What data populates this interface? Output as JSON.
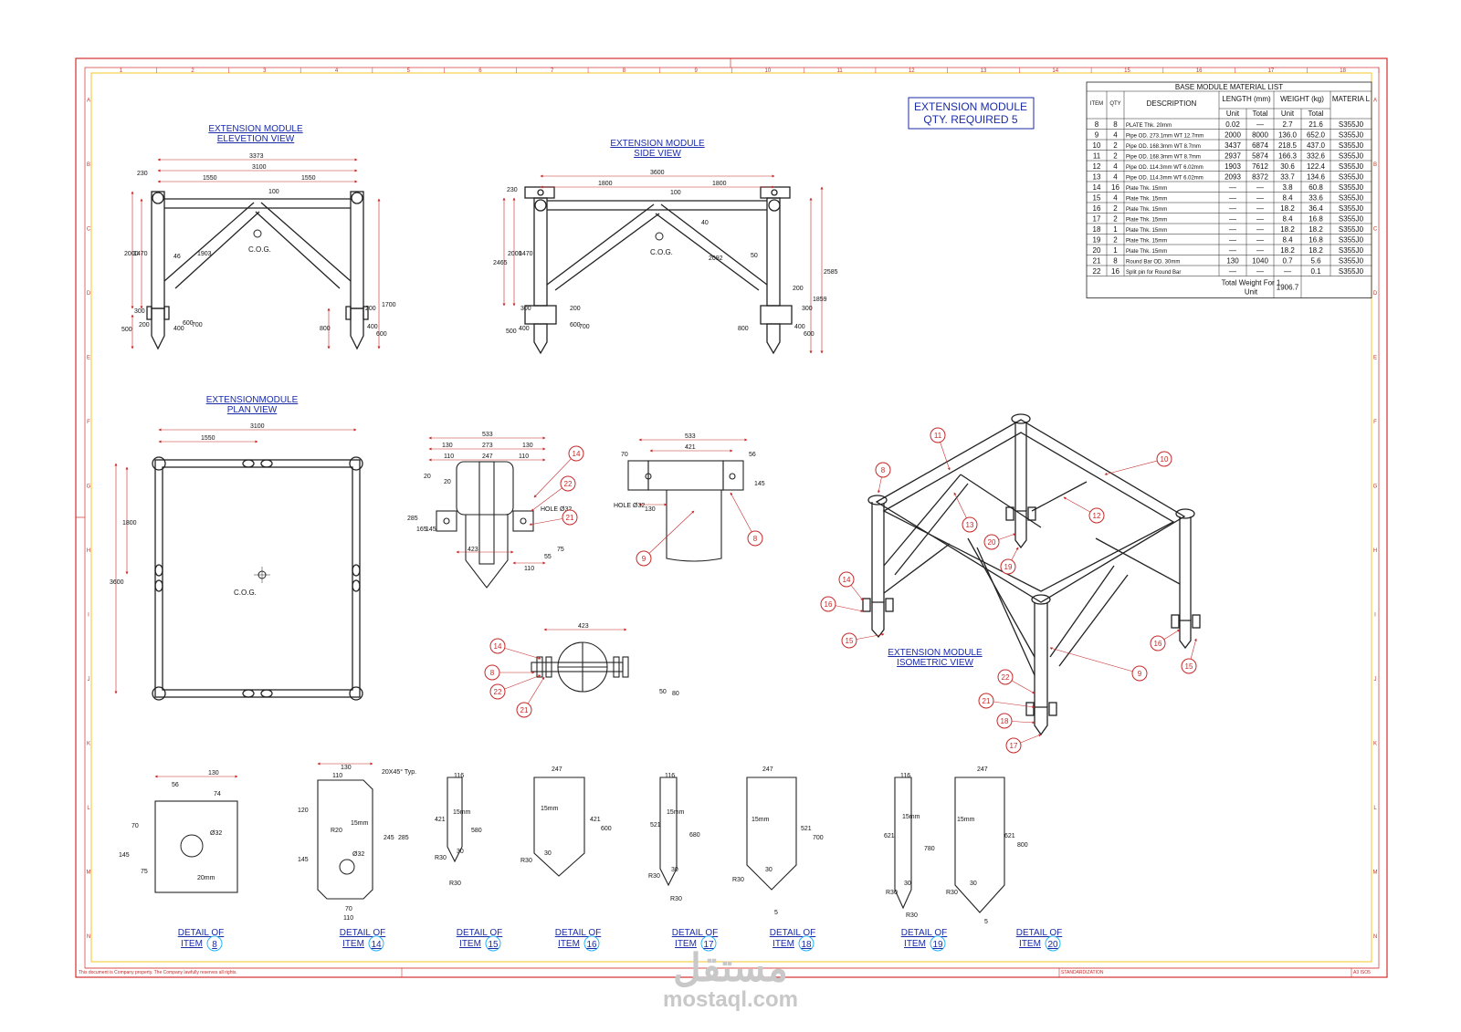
{
  "module_box": {
    "line1": "EXTENSION MODULE",
    "line2": "QTY. REQUIRED 5"
  },
  "views": {
    "elevation": {
      "line1": "EXTENSION MODULE",
      "line2": "ELEVETION VIEW"
    },
    "side": {
      "line1": "EXTENSION MODULE",
      "line2": "SIDE VIEW"
    },
    "plan": {
      "line1": "EXTENSIONMODULE",
      "line2": "PLAN VIEW"
    },
    "isometric": {
      "line1": "EXTENSION MODULE",
      "line2": "ISOMETRIC VIEW"
    }
  },
  "cog_label": "C.O.G.",
  "zone_columns": [
    "1",
    "2",
    "3",
    "4",
    "5",
    "6",
    "7",
    "8",
    "9",
    "10",
    "11",
    "12",
    "13",
    "14",
    "15",
    "16",
    "17",
    "18"
  ],
  "zone_rows": [
    "A",
    "B",
    "C",
    "D",
    "E",
    "F",
    "G",
    "H",
    "I",
    "J",
    "K",
    "L",
    "M",
    "N"
  ],
  "material_list": {
    "title": "BASE MODULE MATERIAL LIST",
    "headers": {
      "item": "ITEM",
      "qty": "QTY",
      "description": "DESCRIPTION",
      "length": "LENGTH (mm)",
      "weight": "WEIGHT (kg)",
      "material": "MATERIA L",
      "unit": "Unit",
      "total": "Total"
    },
    "rows": [
      [
        "8",
        "8",
        "PLATE Thk. 20mm",
        "0.02",
        "—",
        "2.7",
        "21.6",
        "S355J0"
      ],
      [
        "9",
        "4",
        "Pipe OD. 273.1mm WT 12.7mm",
        "2000",
        "8000",
        "136.0",
        "652.0",
        "S355J0"
      ],
      [
        "10",
        "2",
        "Pipe OD. 168.3mm WT 8.7mm",
        "3437",
        "6874",
        "218.5",
        "437.0",
        "S355J0"
      ],
      [
        "11",
        "2",
        "Pipe OD. 168.3mm WT 8.7mm",
        "2937",
        "5874",
        "166.3",
        "332.6",
        "S355J0"
      ],
      [
        "12",
        "4",
        "Pipe OD. 114.3mm WT 6.02mm",
        "1903",
        "7612",
        "30.6",
        "122.4",
        "S355J0"
      ],
      [
        "13",
        "4",
        "Pipe OD. 114.3mm WT 6.02mm",
        "2093",
        "8372",
        "33.7",
        "134.6",
        "S355J0"
      ],
      [
        "14",
        "16",
        "Plate Thk. 15mm",
        "—",
        "—",
        "3.8",
        "60.8",
        "S355J0"
      ],
      [
        "15",
        "4",
        "Plate Thk. 15mm",
        "—",
        "—",
        "8.4",
        "33.6",
        "S355J0"
      ],
      [
        "16",
        "2",
        "Plate Thk. 15mm",
        "—",
        "—",
        "18.2",
        "36.4",
        "S355J0"
      ],
      [
        "17",
        "2",
        "Plate Thk. 15mm",
        "—",
        "—",
        "8.4",
        "16.8",
        "S355J0"
      ],
      [
        "18",
        "1",
        "Plate Thk. 15mm",
        "—",
        "—",
        "18.2",
        "18.2",
        "S355J0"
      ],
      [
        "19",
        "2",
        "Plate Thk. 15mm",
        "—",
        "—",
        "8.4",
        "16.8",
        "S355J0"
      ],
      [
        "20",
        "1",
        "Plate Thk. 15mm",
        "—",
        "—",
        "18.2",
        "18.2",
        "S355J0"
      ],
      [
        "21",
        "8",
        "Round Bar OD. 30mm",
        "130",
        "1040",
        "0.7",
        "5.6",
        "S355J0"
      ],
      [
        "22",
        "16",
        "Split pin for Round Bar",
        "—",
        "—",
        "—",
        "0.1",
        "S355J0"
      ]
    ],
    "total_label": "Total Weight For 1 Unit",
    "total_value": "1906.7"
  },
  "elevation_dims": {
    "overall": "3373",
    "inner": "3100",
    "half_left": "1550",
    "half_right": "1550",
    "top": "230",
    "h1": "2000",
    "h2": "1470",
    "gap": "100",
    "diag": "1903",
    "ang": "46",
    "d300": "300",
    "d500": "500",
    "d200": "200",
    "d400": "400",
    "d600": "600",
    "d700": "700",
    "r800": "800",
    "r1700": "1700",
    "r200": "200",
    "r400": "400",
    "r600": "600"
  },
  "side_dims": {
    "overall": "3600",
    "left": "1800",
    "right": "1800",
    "gap": "100",
    "top": "230",
    "h1": "2000",
    "h2": "1470",
    "h3": "2465",
    "diag": "2092",
    "ang1": "40",
    "ang2": "50",
    "d300": "300",
    "d500": "500",
    "d400": "400",
    "d200": "200",
    "d600": "600",
    "d700": "700",
    "r800": "800",
    "r1859": "1859",
    "r2585": "2585",
    "r200": "200",
    "r300": "300",
    "r400": "400",
    "r600": "600"
  },
  "plan_dims": {
    "overall": "3100",
    "half": "1550",
    "depth": "1800",
    "height": "3600"
  },
  "detail_a_dims": {
    "w533": "533",
    "w130a": "130",
    "w273": "273",
    "w130b": "130",
    "w110a": "110",
    "w247": "247",
    "w110b": "110",
    "h20a": "20",
    "h20b": "20",
    "h285": "285",
    "h165": "165",
    "h145": "145",
    "hole": "HOLE Ø32",
    "w423": "423",
    "w110c": "110",
    "w55": "55",
    "w75": "75"
  },
  "detail_b_dims": {
    "w533": "533",
    "w421": "421",
    "w70": "70",
    "w56": "56",
    "hole": "HOLE Ø32",
    "w130": "130",
    "h145": "145"
  },
  "detail_c_dims": {
    "w423": "423",
    "h50": "50",
    "h80": "80"
  },
  "details": [
    {
      "label": "DETAIL OF",
      "item_label": "ITEM",
      "num": "8",
      "dims": [
        "130",
        "56",
        "74",
        "70",
        "145",
        "75",
        "Ø32",
        "20mm"
      ]
    },
    {
      "label": "DETAIL OF",
      "item_label": "ITEM",
      "num": "14",
      "dims": [
        "130",
        "110",
        "20X45° Typ.",
        "120",
        "R20",
        "15mm",
        "145",
        "Ø32",
        "245",
        "285",
        "70",
        "110"
      ]
    },
    {
      "label": "DETAIL OF",
      "item_label": "ITEM",
      "num": "15",
      "dims": [
        "116",
        "15mm",
        "421",
        "580",
        "R30",
        "30",
        "R30"
      ]
    },
    {
      "label": "DETAIL OF",
      "item_label": "ITEM",
      "num": "16",
      "dims": [
        "247",
        "15mm",
        "421",
        "600",
        "R30",
        "30"
      ]
    },
    {
      "label": "DETAIL OF",
      "item_label": "ITEM",
      "num": "17",
      "dims": [
        "116",
        "15mm",
        "521",
        "680",
        "R30",
        "30",
        "R30"
      ]
    },
    {
      "label": "DETAIL OF",
      "item_label": "ITEM",
      "num": "18",
      "dims": [
        "247",
        "15mm",
        "521",
        "700",
        "R30",
        "30",
        "5"
      ]
    },
    {
      "label": "DETAIL OF",
      "item_label": "ITEM",
      "num": "19",
      "dims": [
        "116",
        "15mm",
        "621",
        "780",
        "R30",
        "30",
        "R30"
      ]
    },
    {
      "label": "DETAIL OF",
      "item_label": "ITEM",
      "num": "20",
      "dims": [
        "247",
        "15mm",
        "621",
        "800",
        "R30",
        "30",
        "5"
      ]
    }
  ],
  "balloons": {
    "da": [
      "14",
      "22",
      "21"
    ],
    "db": [
      "9",
      "8"
    ],
    "dc": [
      "14",
      "8",
      "22",
      "21"
    ],
    "iso": [
      "11",
      "8",
      "10",
      "13",
      "12",
      "20",
      "19",
      "14",
      "16",
      "15",
      "9",
      "22",
      "21",
      "18",
      "17",
      "16",
      "15"
    ]
  },
  "footer": {
    "left": "This document is Company property. The Company lawfully reserves all rights.",
    "mid": "STANDARDIZATION",
    "right": "A3 ISO5"
  },
  "watermark": {
    "arabic": "مستقل",
    "latin": "mostaql.com"
  }
}
